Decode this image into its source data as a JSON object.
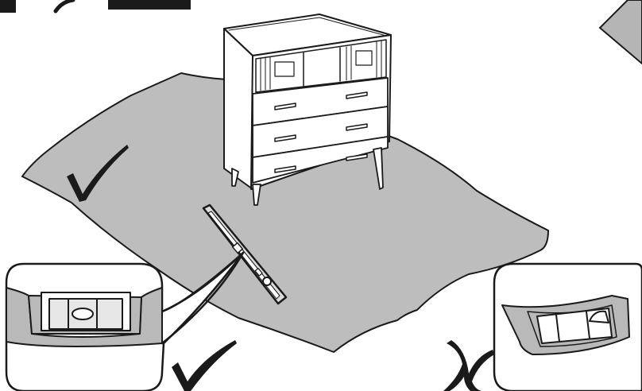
{
  "diagram": {
    "colors": {
      "background": "#ffffff",
      "ink": "#1a1a1a",
      "rug": "#bdbdbd",
      "callout_bg": "#b9b9b9",
      "level_body": "#dcdcdc"
    },
    "elements": {
      "furniture": "chest-of-drawers",
      "surface": "floor-rug",
      "tool": "spirit-level",
      "correct_mark": "check-icon",
      "incorrect_mark": "cross-icon"
    },
    "callouts": [
      {
        "name": "level-bubble-centered",
        "meaning": "correct"
      },
      {
        "name": "level-bubble-off-center",
        "meaning": "incorrect"
      }
    ]
  }
}
